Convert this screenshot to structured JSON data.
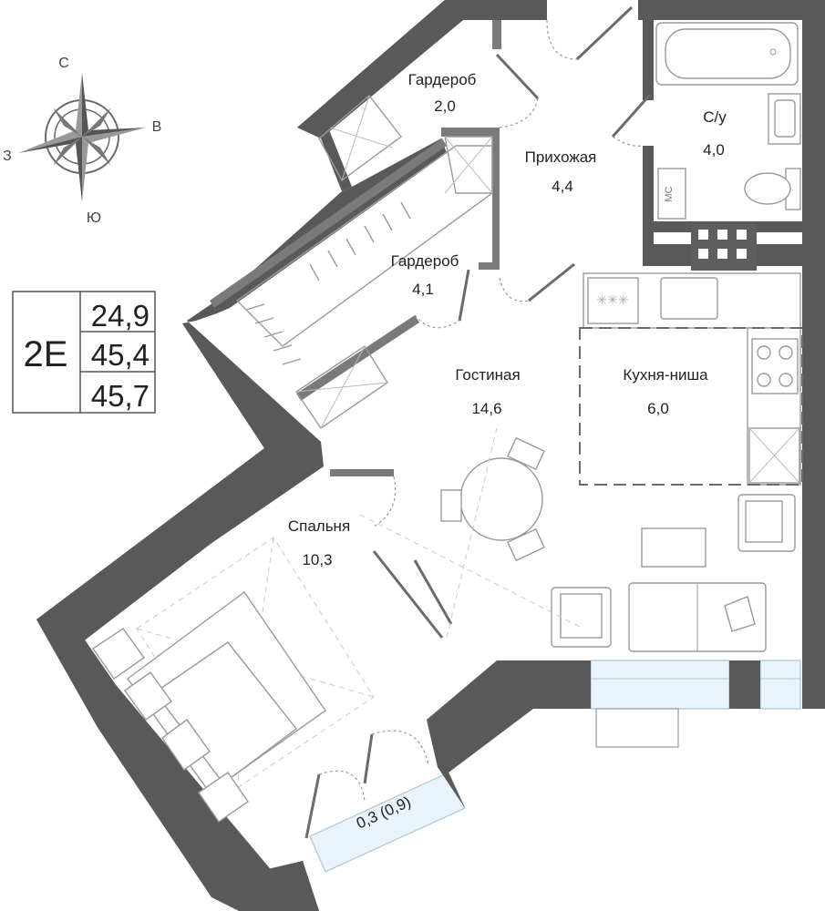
{
  "compass": {
    "north": "С",
    "east": "В",
    "south": "Ю",
    "west": "З"
  },
  "apartment": {
    "code": "2E",
    "areas": [
      "24,9",
      "45,4",
      "45,7"
    ]
  },
  "rooms": {
    "wardrobe_top": {
      "name": "Гардероб",
      "area": "2,0"
    },
    "hallway": {
      "name": "Прихожая",
      "area": "4,4"
    },
    "bathroom": {
      "name": "С/у",
      "area": "4,0"
    },
    "wardrobe_mid": {
      "name": "Гардероб",
      "area": "4,1"
    },
    "living": {
      "name": "Гостиная",
      "area": "14,6"
    },
    "kitchen": {
      "name": "Кухня-ниша",
      "area": "6,0"
    },
    "bedroom": {
      "name": "Спальня",
      "area": "10,3"
    },
    "balcony": {
      "area": "0,3 (0,9)"
    }
  },
  "fixtures": {
    "washer_label": "МС"
  }
}
